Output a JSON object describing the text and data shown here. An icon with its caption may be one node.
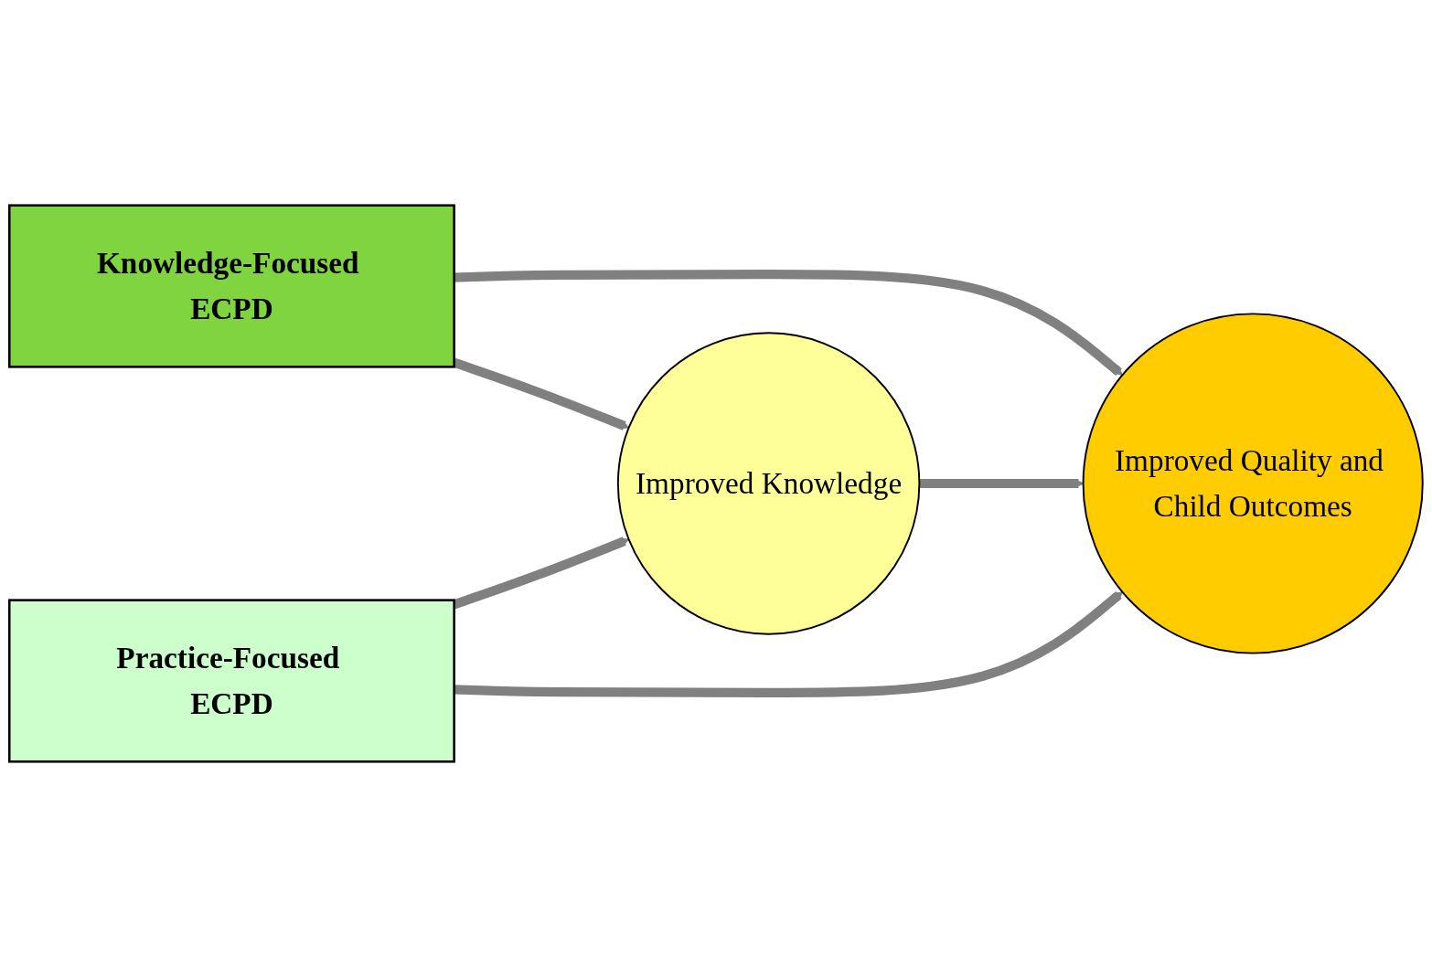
{
  "diagram": {
    "nodes": [
      {
        "text": [
          "Knowledge-Focused ECPD"
        ]
      },
      {
        "text": [
          "Practice-Focused ECPD"
        ]
      },
      {
        "text": [
          "Improved Knowledge"
        ]
      },
      {
        "text": [
          "Improved Quality and Child Outcomes"
        ]
      }
    ],
    "edges": [
      {
        "from": 0,
        "to": 3,
        "arrow": "to"
      },
      {
        "from": 0,
        "to": 2,
        "arrow": "to"
      },
      {
        "from": 2,
        "to": 3,
        "arrow": "to"
      },
      {
        "from": 1,
        "to": 2,
        "arrow": "to"
      },
      {
        "from": 1,
        "to": 3,
        "arrow": "to"
      }
    ]
  }
}
